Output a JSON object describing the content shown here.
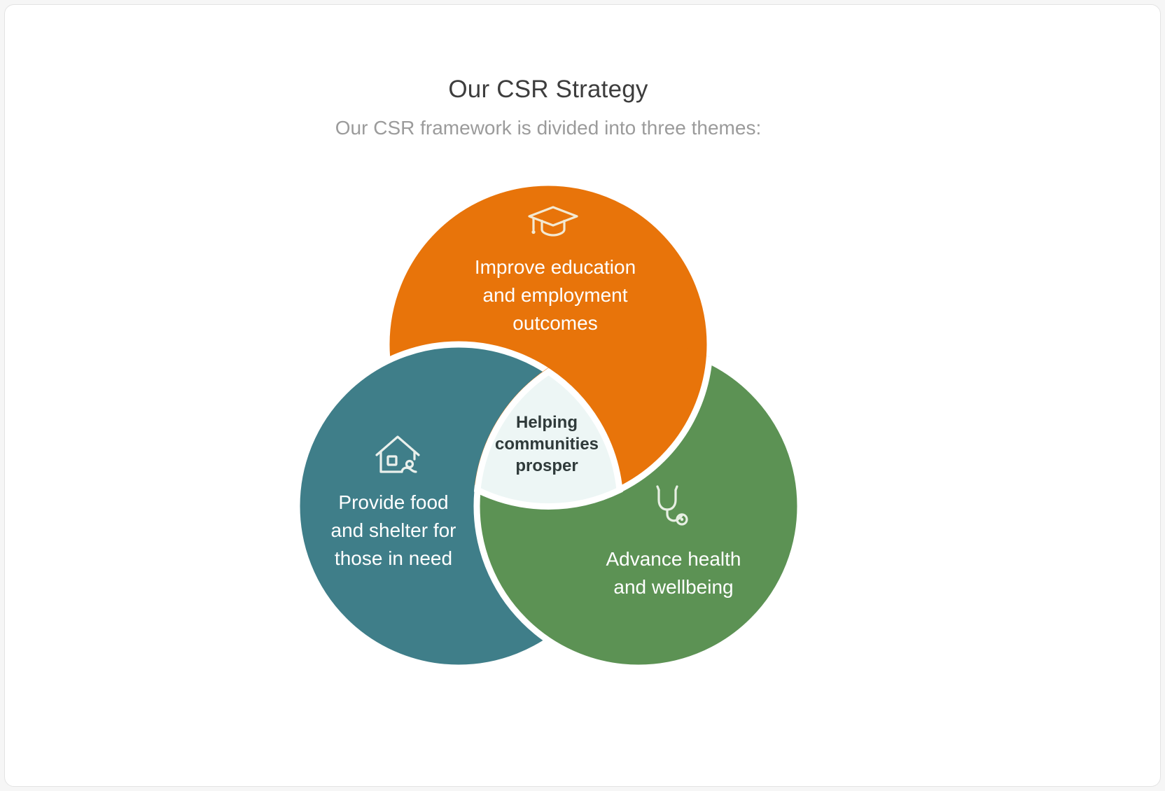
{
  "colors": {
    "page-bg": "#f6f6f6",
    "card-bg": "#ffffff",
    "card-border": "#e3e3e3",
    "title": "#3d3d3d",
    "subtitle": "#9b9b9b",
    "circle-label": "#ffffff",
    "center-label": "#2f3a3a"
  },
  "page": {
    "title": "Our CSR Strategy",
    "subtitle": "Our CSR framework is divided into three themes:"
  },
  "venn": {
    "circles": [
      {
        "id": "education",
        "label": "Improve education and employment outcomes",
        "lines": [
          "Improve education",
          "and employment",
          "outcomes"
        ],
        "color": "#E8740A",
        "icon": "graduation-cap-icon",
        "icon_color": "#F3E9D2"
      },
      {
        "id": "food-shelter",
        "label": "Provide food and shelter for those in need",
        "lines": [
          "Provide food",
          "and shelter for",
          "those in need"
        ],
        "color": "#3F7E89",
        "icon": "house-icon",
        "icon_color": "#EAF0EC"
      },
      {
        "id": "health",
        "label": "Advance health and wellbeing",
        "lines": [
          "Advance health",
          "and wellbeing"
        ],
        "color": "#5C9254",
        "icon": "stethoscope-icon",
        "icon_color": "#E7EFE3"
      }
    ],
    "center": {
      "label": "Helping communities prosper",
      "lines": [
        "Helping",
        "communities",
        "prosper"
      ],
      "color": "#EDF6F5"
    }
  }
}
